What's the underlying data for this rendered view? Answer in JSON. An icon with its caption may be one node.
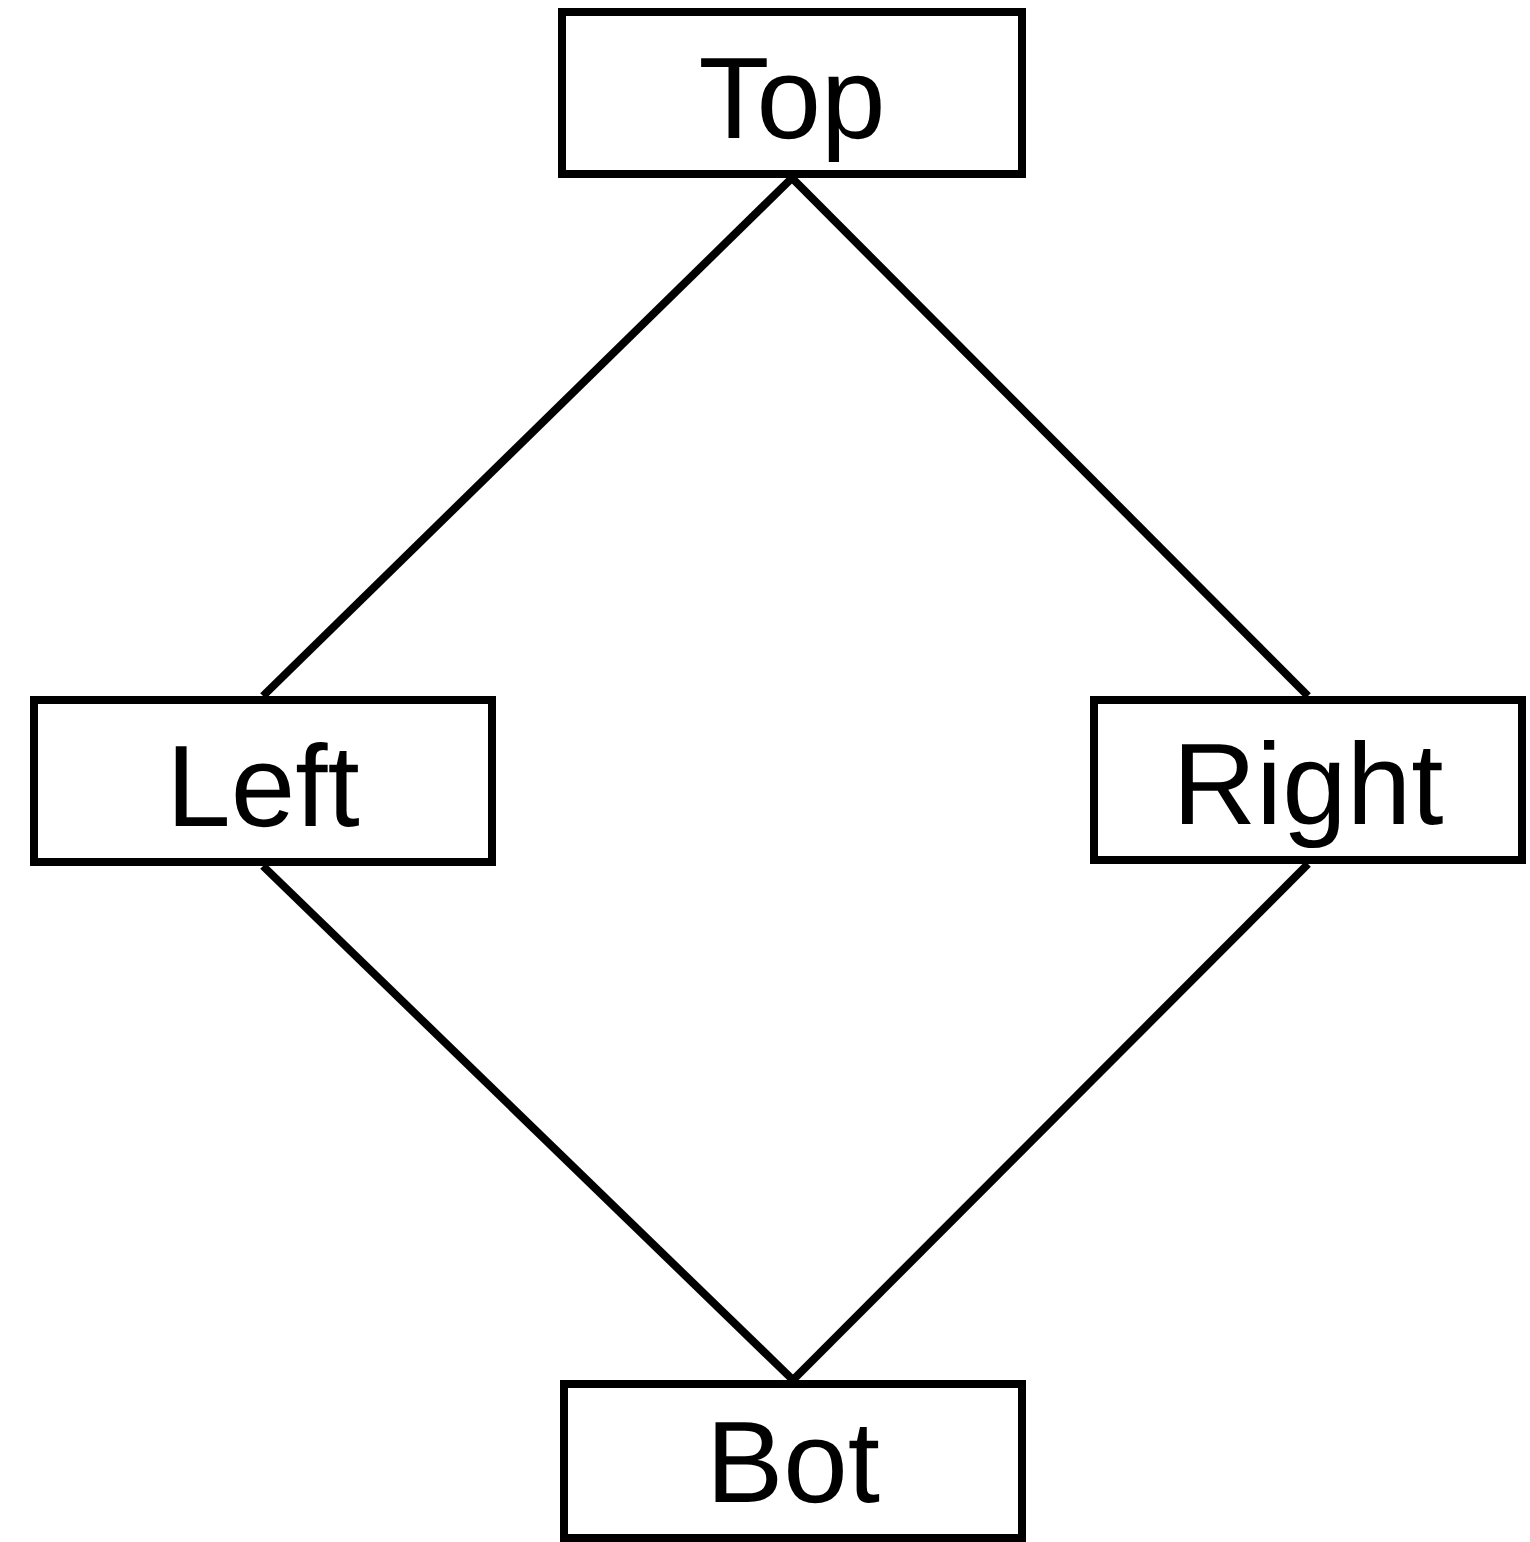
{
  "diagram": {
    "nodes": [
      {
        "text": [
          "Top"
        ]
      },
      {
        "text": [
          "Left"
        ]
      },
      {
        "text": [
          "Right"
        ]
      },
      {
        "text": [
          "Bot"
        ]
      }
    ],
    "edges": [
      {
        "from": 0,
        "to": 1,
        "arrow": "none"
      },
      {
        "from": 0,
        "to": 2,
        "arrow": "none"
      },
      {
        "from": 1,
        "to": 3,
        "arrow": "none"
      },
      {
        "from": 2,
        "to": 3,
        "arrow": "none"
      }
    ]
  }
}
